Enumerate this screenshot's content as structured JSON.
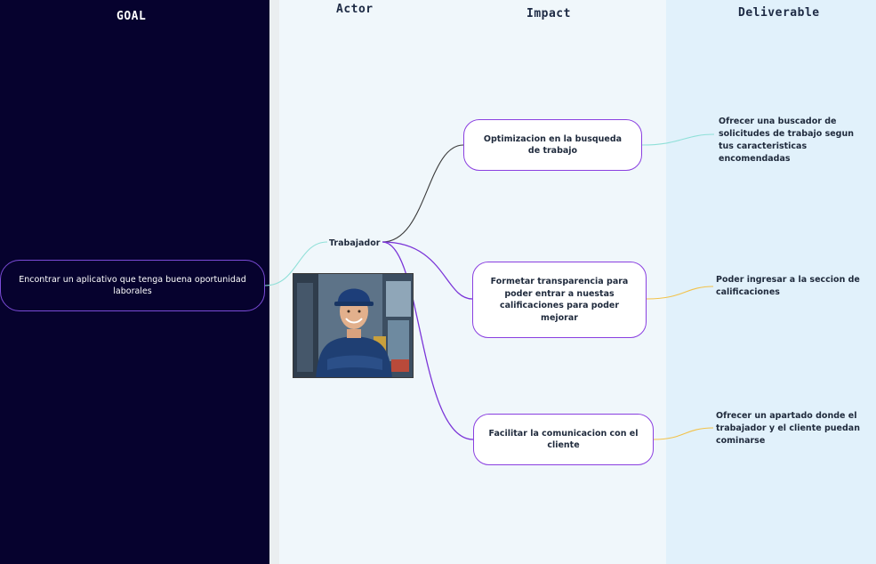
{
  "columns": {
    "goal": "GOAL",
    "actor": "Actor",
    "impact": "Impact",
    "deliverable": "Deliverable"
  },
  "goal": {
    "text": "Encontrar un aplicativo que tenga buena oportunidad laborales"
  },
  "actor": {
    "label": "Trabajador",
    "photo": "worker-photo"
  },
  "impacts": [
    {
      "text": "Optimizacion en la busqueda de trabajo"
    },
    {
      "text": "Formetar transparencia para poder entrar a nuestas calificaciones para poder mejorar"
    },
    {
      "text": "Facilitar la comunicacion con el cliente"
    }
  ],
  "deliverables": [
    {
      "text": "Ofrecer una buscador de solicitudes de trabajo segun tus caracteristicas encomendadas"
    },
    {
      "text": "Poder ingresar a la seccion de calificaciones"
    },
    {
      "text": "Ofrecer un apartado donde el trabajador y el cliente puedan cominarse"
    }
  ],
  "colors": {
    "goal_bg": "#06022e",
    "node_border": "#8a3fe0",
    "link_goal_actor": "#8fe0d8",
    "link_actor_impact1": "#3a3a3a",
    "link_actor_impact": "#7b35d8",
    "link_impact1_deliv": "#8fe0d8",
    "link_impact_deliv": "#f2c24a"
  }
}
